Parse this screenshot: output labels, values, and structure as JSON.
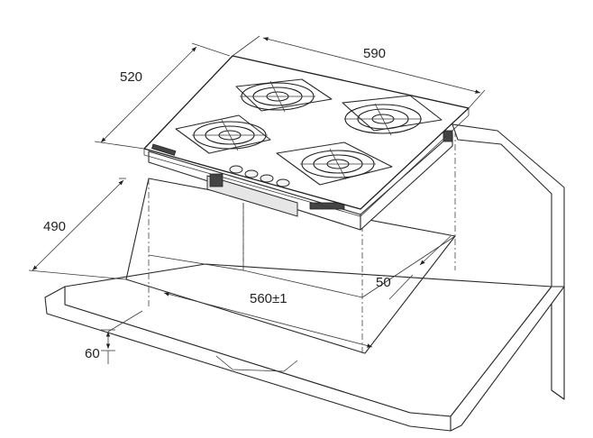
{
  "dimensions": {
    "width": "590",
    "depth": "520",
    "cutout_depth": "490",
    "cutout_width": "560±1",
    "rear_gap": "50",
    "counter_thickness": "60"
  }
}
